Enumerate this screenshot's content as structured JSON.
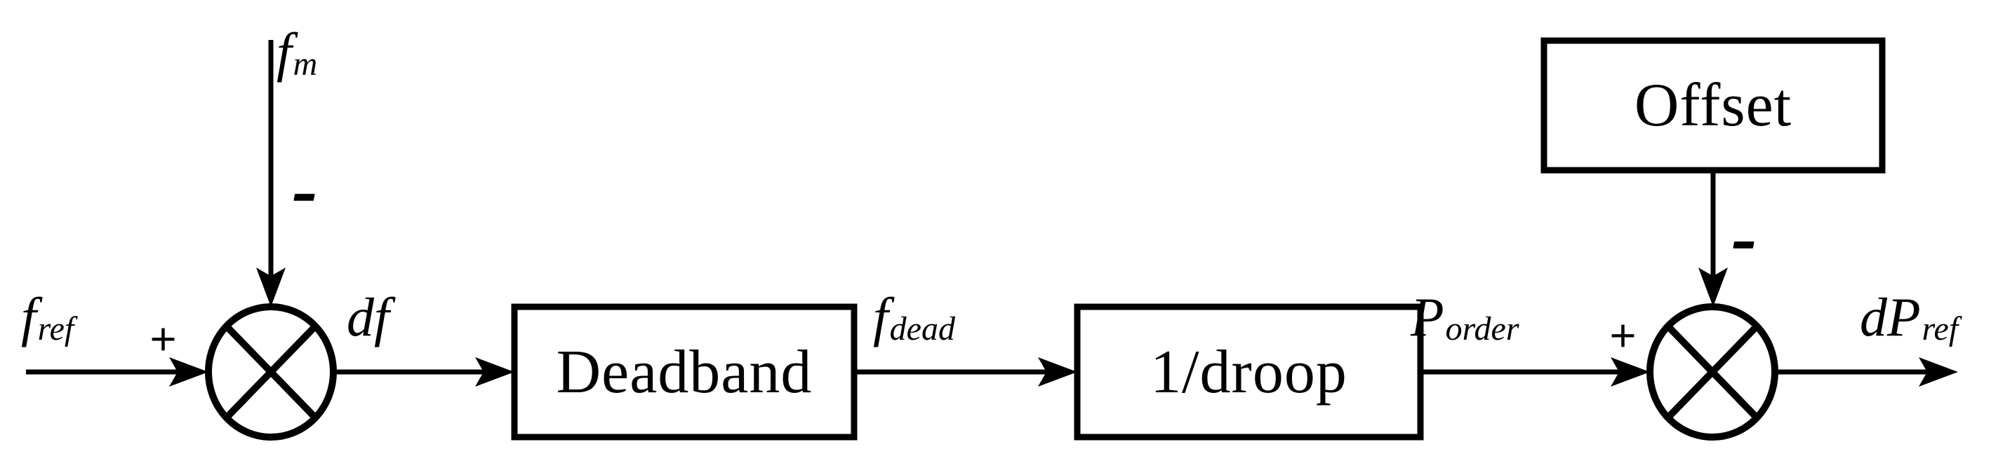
{
  "figure": {
    "type": "control-block-diagram",
    "description": "Frequency droop control: measured frequency subtracted from reference, passed through deadband and 1/droop gain, offset subtracted to give power reference delta",
    "colors": {
      "ink": "#000000",
      "background": "#ffffff"
    }
  },
  "blocks": {
    "deadband": {
      "label": "Deadband"
    },
    "droop": {
      "label": "1/droop"
    },
    "offset": {
      "label": "Offset"
    }
  },
  "signals": {
    "fm": {
      "main": "f",
      "sub": "m"
    },
    "fref": {
      "main": "f",
      "sub": "ref"
    },
    "df": {
      "main": "df",
      "sub": ""
    },
    "fdead": {
      "main": "f",
      "sub": "dead"
    },
    "porder": {
      "main": "P",
      "sub": "order"
    },
    "dpref": {
      "main": "dP",
      "sub": "ref"
    }
  },
  "operators": {
    "plus": "+",
    "minus": "−"
  }
}
